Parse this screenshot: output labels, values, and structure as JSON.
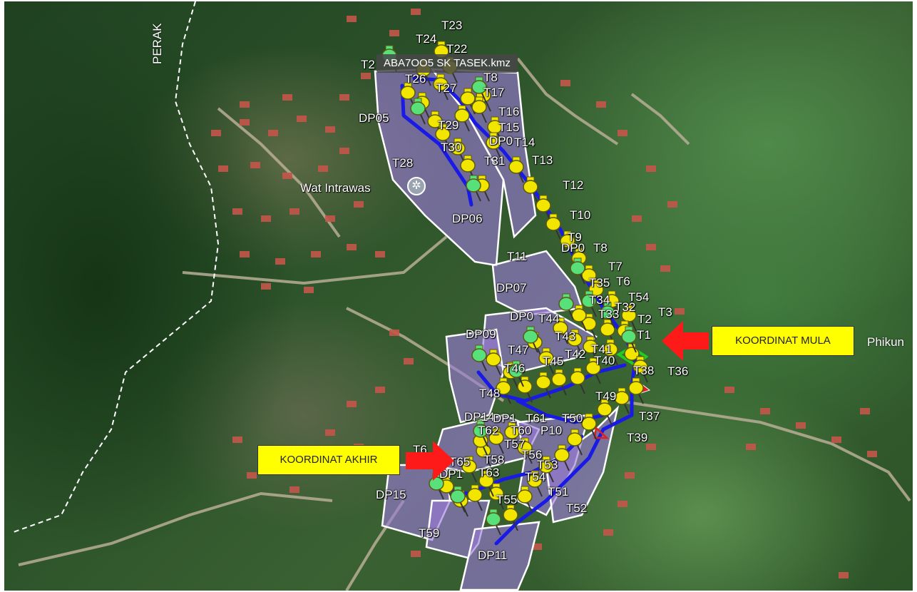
{
  "map": {
    "file_name": "ABA7OO5 SK TASEK.kmz",
    "region_label": "PERAK",
    "temple_label": "Wat Intrawas",
    "place_label": "Phikun",
    "start_callout": "KOORDINAT MULA",
    "end_callout": "KOORDINAT AKHIR",
    "colors": {
      "route": "#1a1ae6",
      "pin_yellow": "#f2e600",
      "pin_green": "#58e07a",
      "callout_bg": "#ffff00",
      "arrow": "#ff1a1a",
      "block_fill": "#9b7ad8"
    },
    "labels": [
      {
        "text": "T23"
      },
      {
        "text": "T24"
      },
      {
        "text": "T22"
      },
      {
        "text": "T2"
      },
      {
        "text": "T26"
      },
      {
        "text": "T27"
      },
      {
        "text": "T8"
      },
      {
        "text": "T17"
      },
      {
        "text": "DP05"
      },
      {
        "text": "T16"
      },
      {
        "text": "T15"
      },
      {
        "text": "T29"
      },
      {
        "text": "DP0"
      },
      {
        "text": "T14"
      },
      {
        "text": "T30"
      },
      {
        "text": "T28"
      },
      {
        "text": "T31"
      },
      {
        "text": "T13"
      },
      {
        "text": "T12"
      },
      {
        "text": "DP06"
      },
      {
        "text": "T10"
      },
      {
        "text": "T9"
      },
      {
        "text": "DP0"
      },
      {
        "text": "T8"
      },
      {
        "text": "T11"
      },
      {
        "text": "T7"
      },
      {
        "text": "T35"
      },
      {
        "text": "T6"
      },
      {
        "text": "DP07"
      },
      {
        "text": "T34"
      },
      {
        "text": "T54"
      },
      {
        "text": "T32"
      },
      {
        "text": "DP0"
      },
      {
        "text": "T44"
      },
      {
        "text": "T33"
      },
      {
        "text": "T3"
      },
      {
        "text": "T2"
      },
      {
        "text": "DP09"
      },
      {
        "text": "T43"
      },
      {
        "text": "T1"
      },
      {
        "text": "T41"
      },
      {
        "text": "T47"
      },
      {
        "text": "T42"
      },
      {
        "text": "T40"
      },
      {
        "text": "T45"
      },
      {
        "text": "T38"
      },
      {
        "text": "T36"
      },
      {
        "text": "T46"
      },
      {
        "text": "T48"
      },
      {
        "text": "T49"
      },
      {
        "text": "T37"
      },
      {
        "text": "DP14"
      },
      {
        "text": "DP1"
      },
      {
        "text": "T61"
      },
      {
        "text": "T50"
      },
      {
        "text": "T62"
      },
      {
        "text": "T60"
      },
      {
        "text": "P10"
      },
      {
        "text": "T39"
      },
      {
        "text": "T57"
      },
      {
        "text": "T6"
      },
      {
        "text": "T56"
      },
      {
        "text": "T65"
      },
      {
        "text": "T58"
      },
      {
        "text": "T53"
      },
      {
        "text": "DP1"
      },
      {
        "text": "T63"
      },
      {
        "text": "T54"
      },
      {
        "text": "DP15"
      },
      {
        "text": "T51"
      },
      {
        "text": "T55"
      },
      {
        "text": "T52"
      },
      {
        "text": "T59"
      },
      {
        "text": "DP11"
      }
    ],
    "yellow_pins": 68,
    "green_pins": 16
  }
}
